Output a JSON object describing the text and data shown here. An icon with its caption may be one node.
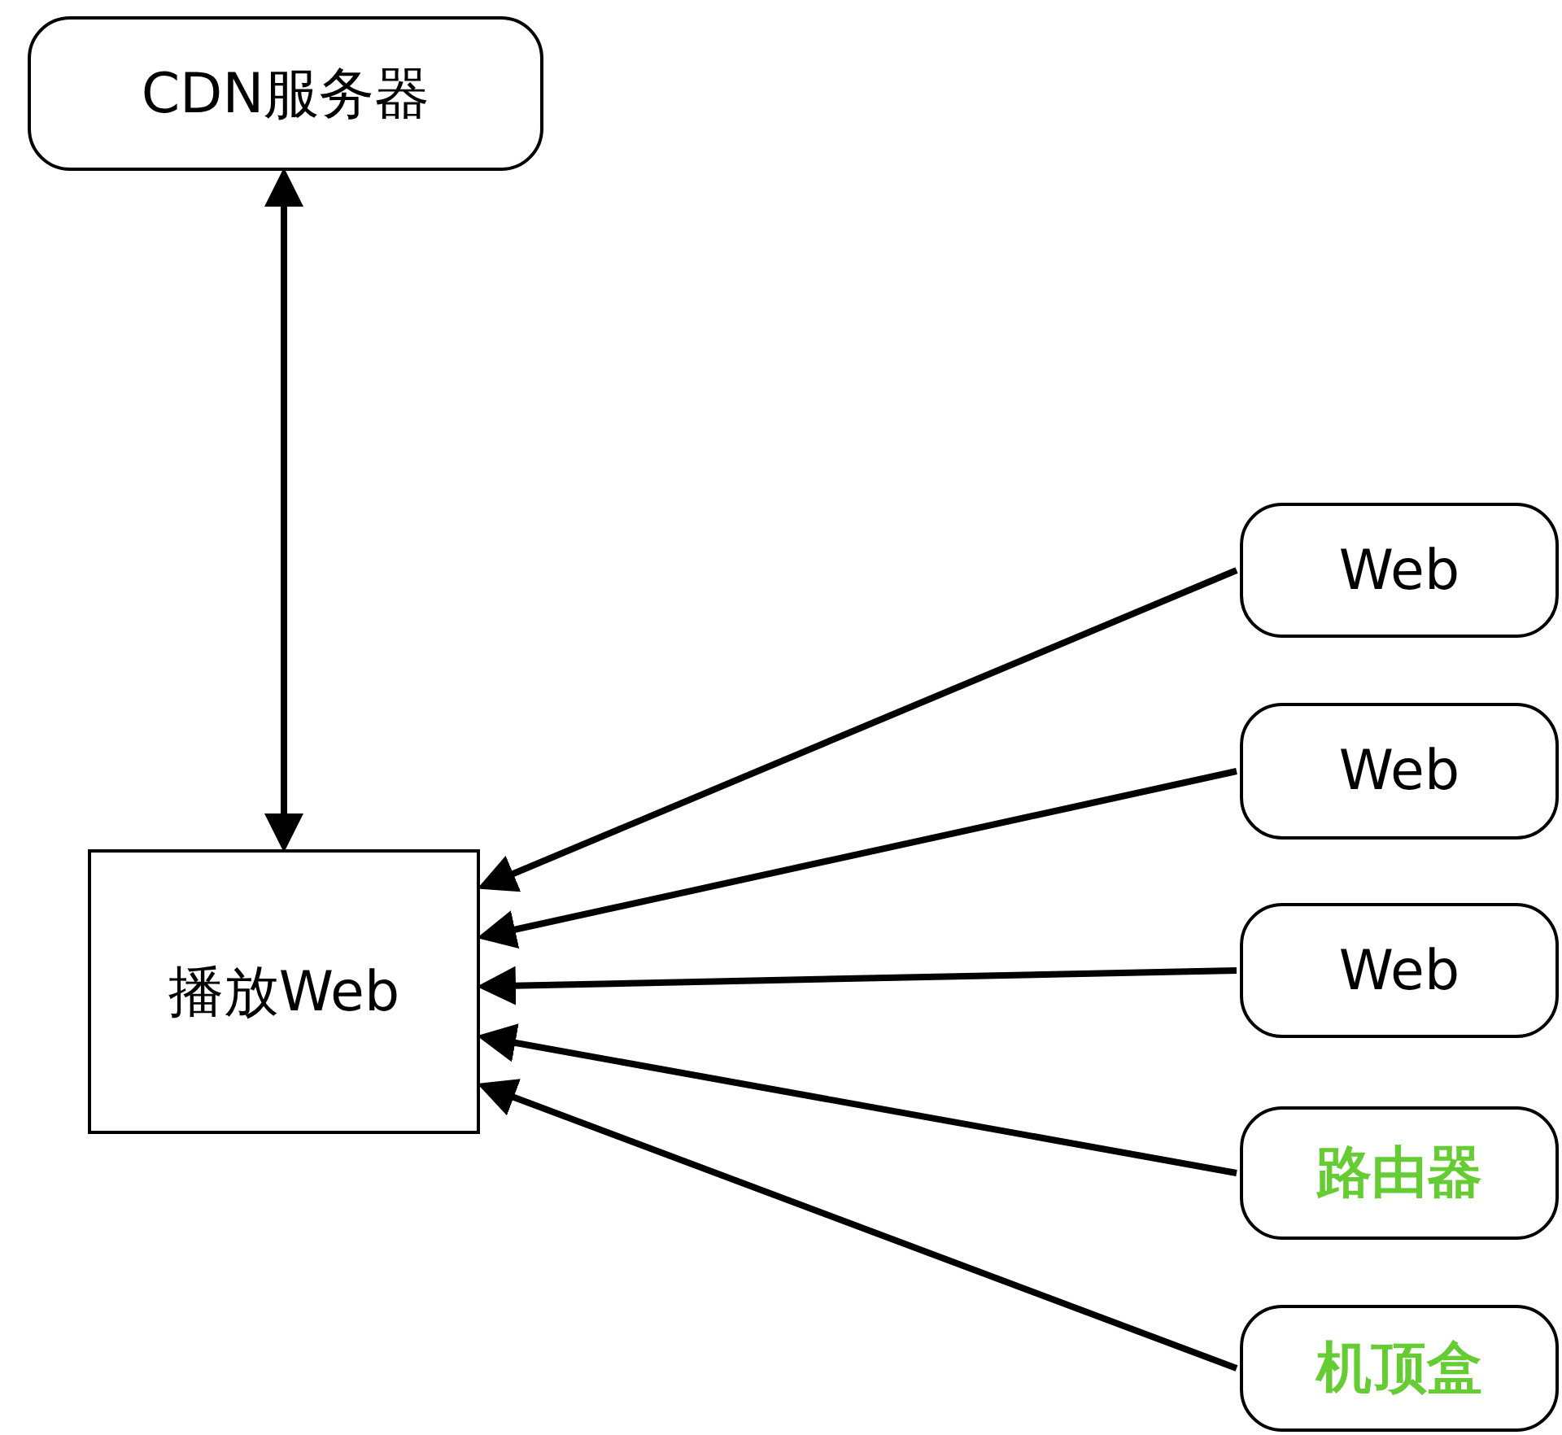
{
  "diagram": {
    "nodes": [
      {
        "text": [
          "CDN服务器"
        ]
      },
      {
        "text": [
          "播放Web"
        ]
      },
      {
        "text": [
          "Web"
        ]
      },
      {
        "text": [
          "Web"
        ]
      },
      {
        "text": [
          "Web"
        ]
      },
      {
        "text": [
          "路由器"
        ]
      },
      {
        "text": [
          "机顶盒"
        ]
      }
    ],
    "edges": [
      {
        "from": 0,
        "to": 1,
        "arrow": "both"
      },
      {
        "from": 2,
        "to": 1,
        "arrow": "to"
      },
      {
        "from": 3,
        "to": 1,
        "arrow": "to"
      },
      {
        "from": 4,
        "to": 1,
        "arrow": "to"
      },
      {
        "from": 5,
        "to": 1,
        "arrow": "to"
      },
      {
        "from": 6,
        "to": 1,
        "arrow": "to"
      }
    ]
  }
}
